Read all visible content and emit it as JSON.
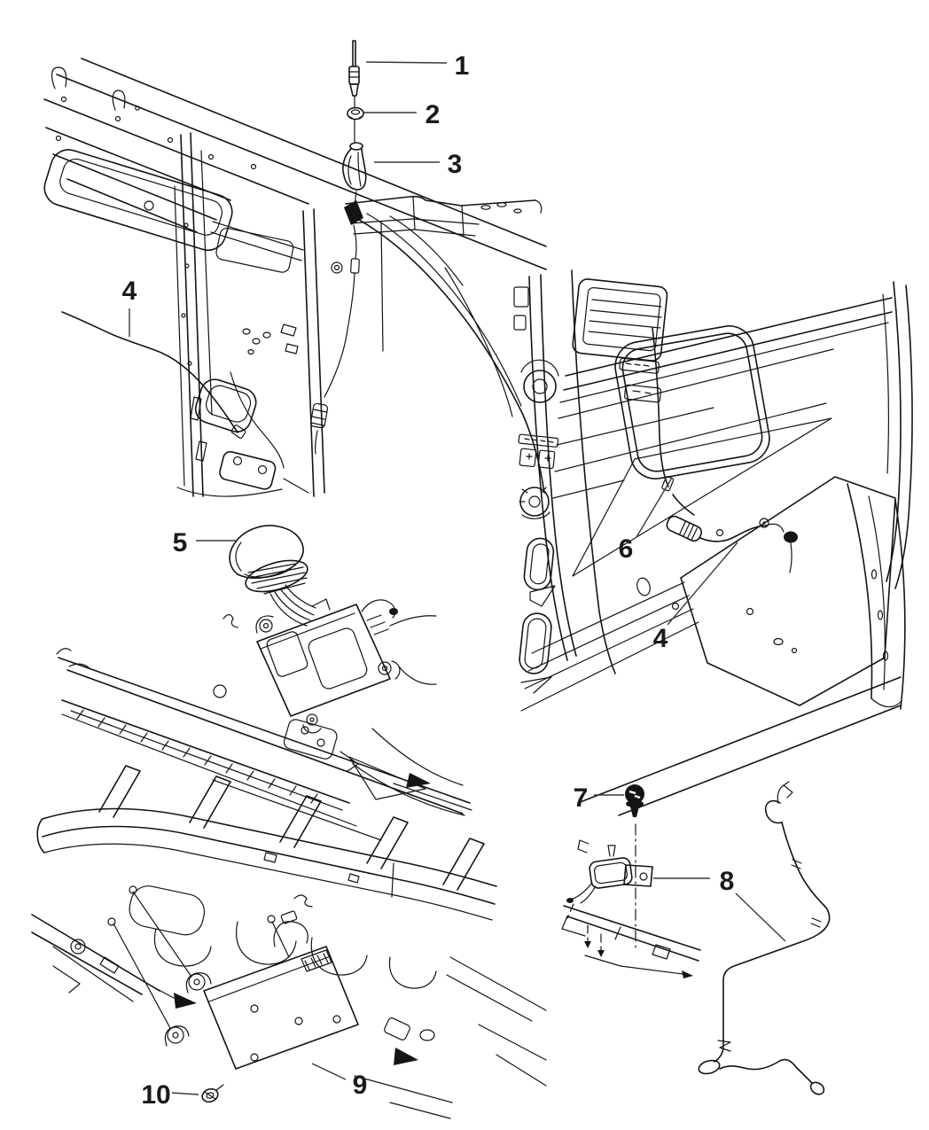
{
  "figure": {
    "kind": "vehicle-parts-line-diagram",
    "background_color": "#ffffff",
    "line_color": "#141414",
    "label_color": "#1a1a1a"
  },
  "callouts": [
    {
      "label": "1"
    },
    {
      "label": "2"
    },
    {
      "label": "3"
    },
    {
      "label": "4"
    },
    {
      "label": "5"
    },
    {
      "label": "6"
    },
    {
      "label": "4"
    },
    {
      "label": "7"
    },
    {
      "label": "8"
    },
    {
      "label": "9"
    },
    {
      "label": "10"
    }
  ]
}
